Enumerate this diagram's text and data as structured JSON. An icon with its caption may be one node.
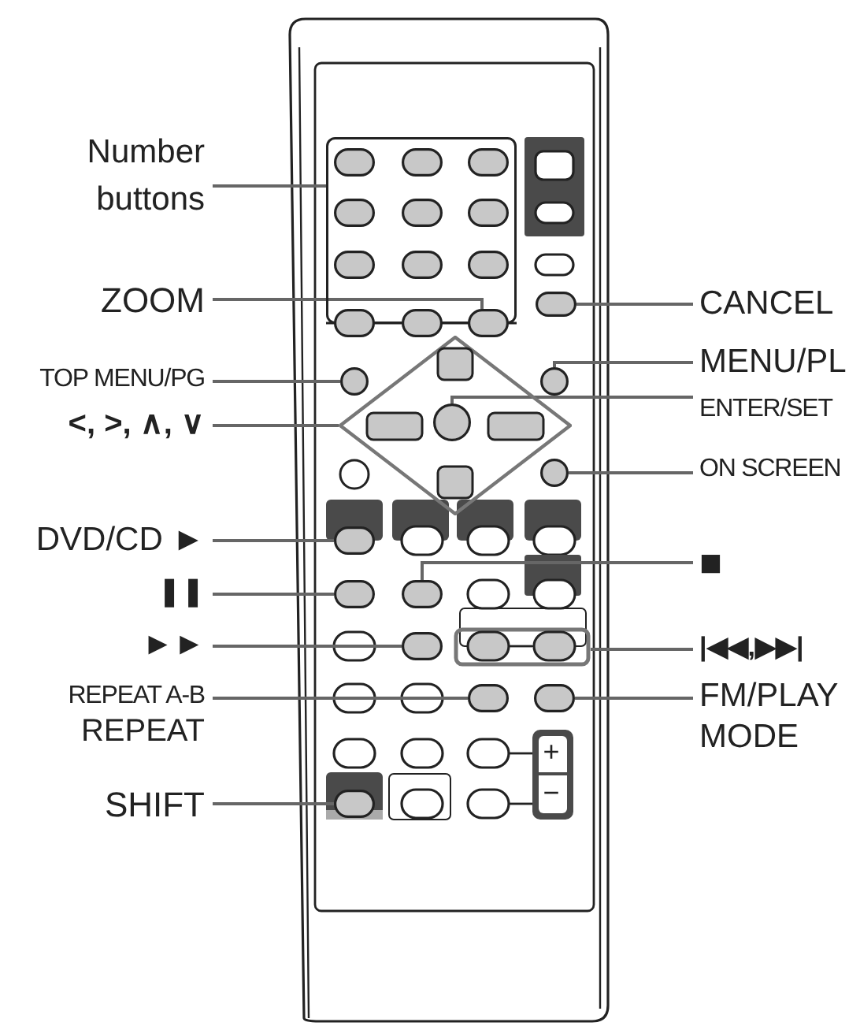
{
  "diagram": {
    "nodes": [
      {
        "text": [
          "Number buttons"
        ]
      },
      {
        "text": [
          "ZOOM"
        ]
      },
      {
        "text": [
          "TOP MENU/PG"
        ]
      },
      {
        "text": [
          "<, >, ∧, ∨"
        ]
      },
      {
        "text": [
          "DVD/CD ►"
        ]
      },
      {
        "text": [
          "❚❚"
        ]
      },
      {
        "text": [
          "►►"
        ]
      },
      {
        "text": [
          "REPEAT A-B",
          "REPEAT"
        ]
      },
      {
        "text": [
          "SHIFT"
        ]
      },
      {
        "text": [
          "CANCEL"
        ]
      },
      {
        "text": [
          "MENU/PL"
        ]
      },
      {
        "text": [
          "ENTER/SET"
        ]
      },
      {
        "text": [
          "ON SCREEN"
        ]
      },
      {
        "text": [
          "■"
        ]
      },
      {
        "text": [
          "|◀◀,▶▶|"
        ]
      },
      {
        "text": [
          "FM/PLAY MODE"
        ]
      },
      {
        "text": [],
        "shape": "box"
      },
      {
        "text": [],
        "shape": "oval",
        "in": 16
      },
      {
        "text": [],
        "shape": "circle"
      },
      {
        "text": [],
        "shape": "diamond"
      },
      {
        "text": [],
        "shape": "oval"
      },
      {
        "text": [],
        "shape": "oval"
      },
      {
        "text": [],
        "shape": "oval"
      },
      {
        "text": [],
        "shape": "oval"
      },
      {
        "text": [],
        "shape": "oval"
      },
      {
        "text": [],
        "shape": "oval"
      },
      {
        "text": [],
        "shape": "circle"
      },
      {
        "text": [],
        "shape": "circle",
        "in": 19
      },
      {
        "text": [],
        "shape": "circle"
      },
      {
        "text": [],
        "shape": "oval"
      },
      {
        "text": [],
        "shape": "box"
      },
      {
        "text": [],
        "shape": "oval"
      },
      {
        "text": [],
        "shape": "oval",
        "in": 16
      },
      {
        "text": [],
        "shape": "oval",
        "in": 16
      },
      {
        "text": [],
        "shape": "oval",
        "in": 16
      },
      {
        "text": [],
        "shape": "oval",
        "in": 16
      },
      {
        "text": [],
        "shape": "oval",
        "in": 16
      },
      {
        "text": [],
        "shape": "oval",
        "in": 16
      },
      {
        "text": [],
        "shape": "oval",
        "in": 16
      },
      {
        "text": [],
        "shape": "oval",
        "in": 16
      },
      {
        "text": [],
        "shape": "oval",
        "in": 16
      },
      {
        "text": [],
        "shape": "oval",
        "in": 16
      },
      {
        "text": [],
        "shape": "oval",
        "in": 16
      }
    ],
    "edges": [
      {
        "from": 0,
        "to": 16,
        "arrow": "none"
      },
      {
        "from": 1,
        "to": 17,
        "arrow": "none"
      },
      {
        "from": 2,
        "to": 18,
        "arrow": "none"
      },
      {
        "from": 3,
        "to": 19,
        "arrow": "none"
      },
      {
        "from": 4,
        "to": 20,
        "arrow": "none"
      },
      {
        "from": 5,
        "to": 21,
        "arrow": "none"
      },
      {
        "from": 6,
        "to": 22,
        "arrow": "none"
      },
      {
        "from": 7,
        "to": 23,
        "arrow": "none"
      },
      {
        "from": 8,
        "to": 24,
        "arrow": "none"
      },
      {
        "from": 9,
        "to": 25,
        "arrow": "none"
      },
      {
        "from": 10,
        "to": 26,
        "arrow": "none"
      },
      {
        "from": 11,
        "to": 27,
        "arrow": "none"
      },
      {
        "from": 12,
        "to": 28,
        "arrow": "none"
      },
      {
        "from": 13,
        "to": 29,
        "arrow": "none"
      },
      {
        "from": 14,
        "to": 30,
        "arrow": "none"
      },
      {
        "from": 15,
        "to": 31,
        "arrow": "none"
      }
    ],
    "labels": [
      "+",
      "−"
    ]
  }
}
